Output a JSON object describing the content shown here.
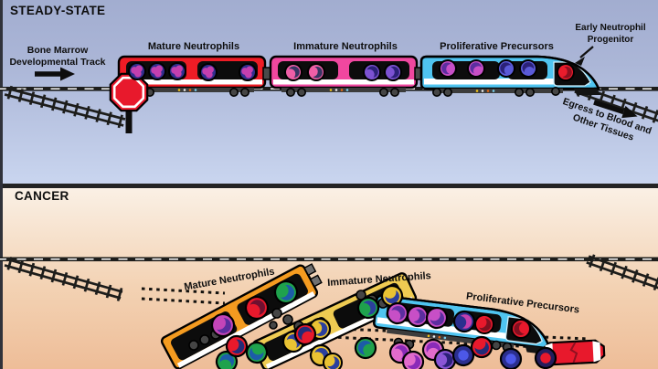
{
  "steady": {
    "title": "STEADY-STATE",
    "track_label_1": "Bone Marrow",
    "track_label_2": "Developmental Track",
    "mature": "Mature Neutrophils",
    "immature": "Immature Neutrophils",
    "proliferative": "Proliferative Precursors",
    "progenitor_1": "Early Neutrophil",
    "progenitor_2": "Progenitor",
    "egress_1": "Egress to Blood and",
    "egress_2": "Other Tissues"
  },
  "cancer": {
    "title": "CANCER",
    "mature": "Mature Neutrophils",
    "immature": "Immature Neutrophils",
    "proliferative": "Proliferative Precursors"
  },
  "colors": {
    "panel_top_from": "#A2ADD0",
    "panel_top_to": "#C9D5EF",
    "panel_bottom_from": "#FAF0E5",
    "panel_bottom_to": "#EEBD98",
    "car_red": "#EE1C25",
    "car_pink": "#F0479F",
    "car_blue": "#4FC4F0",
    "car_orange": "#F49B20",
    "car_yellow": "#EFCB52",
    "sign_red": "#E8192C",
    "track": "#1d1d1b"
  },
  "gfx": {
    "ladders": [
      [
        6,
        100,
        136,
        134
      ],
      [
        630,
        97,
        722,
        129
      ],
      [
        6,
        287,
        133,
        323
      ],
      [
        643,
        284,
        722,
        312
      ]
    ],
    "skids": [
      [
        155,
        316,
        246,
        321
      ],
      [
        155,
        327,
        246,
        332
      ],
      [
        370,
        360,
        645,
        371
      ],
      [
        362,
        369,
        610,
        381
      ]
    ],
    "wheels": [
      [
        152,
        101,
        4.2
      ],
      [
        164,
        101,
        4.2
      ],
      [
        256,
        101,
        4.2
      ],
      [
        268,
        101,
        4.2
      ],
      [
        318,
        101,
        4.2
      ],
      [
        330,
        101,
        4.2
      ],
      [
        420,
        101,
        4.2
      ],
      [
        432,
        101,
        4.2
      ],
      [
        478,
        101,
        4.2
      ],
      [
        490,
        101,
        4.2
      ],
      [
        568,
        101,
        4.2
      ],
      [
        580,
        101,
        4.2
      ],
      [
        608,
        100,
        4.2
      ],
      [
        212,
        378,
        5
      ],
      [
        224,
        372,
        5
      ],
      [
        236,
        366,
        5
      ],
      [
        303,
        343,
        5
      ],
      [
        315,
        350,
        5
      ],
      [
        327,
        357,
        5
      ],
      [
        299,
        356,
        4
      ],
      [
        395,
        323,
        5
      ],
      [
        407,
        328,
        5
      ],
      [
        419,
        332,
        5
      ],
      [
        436,
        375,
        4.5
      ],
      [
        448,
        377,
        4.5
      ],
      [
        543,
        378,
        4.5
      ],
      [
        555,
        380,
        4.5
      ]
    ],
    "cells": [
      [
        150,
        78,
        9,
        "m",
        "#322E8F",
        "#C43FAF",
        0
      ],
      [
        172,
        78,
        9,
        "m",
        "#322E8F",
        "#C43FAF",
        0
      ],
      [
        194,
        78,
        9,
        "m",
        "#322E8F",
        "#C43FAF",
        0
      ],
      [
        228,
        79,
        9,
        "m",
        "#322E8F",
        "#C43FAF",
        0
      ],
      [
        271,
        79,
        9,
        "m",
        "#322E8F",
        "#C43FAF",
        0
      ],
      [
        321,
        79,
        9,
        "b",
        "#EF5FA7",
        "#383563",
        160
      ],
      [
        346,
        79,
        9,
        "b",
        "#EF5FA7",
        "#383563",
        200
      ],
      [
        407,
        79,
        9,
        "b",
        "#7C52D2",
        "#2C2178",
        150
      ],
      [
        430,
        79,
        9,
        "b",
        "#7C52D2",
        "#2C2178",
        190
      ],
      [
        490,
        75,
        9,
        "b",
        "#C74FC6",
        "#5C2EA0",
        20
      ],
      [
        521,
        75,
        9,
        "b",
        "#C74FC6",
        "#5C2EA0",
        60
      ],
      [
        554,
        75,
        9,
        "b",
        "#5A5AD8",
        "#2B2178",
        40
      ],
      [
        578,
        75,
        9,
        "b",
        "#5A5AD8",
        "#2B2178",
        80
      ],
      [
        619,
        79,
        9,
        "b",
        "#EA1C2C",
        "#8E1020",
        200
      ],
      [
        244,
        356,
        12,
        "b",
        "#C445B8",
        "#5B2D9E",
        220
      ],
      [
        281,
        337,
        12,
        "b",
        "#E8192C",
        "#6E1030",
        150
      ],
      [
        313,
        320,
        12,
        "b",
        "#1FA24D",
        "#1C5CA8",
        210
      ],
      [
        321,
        374,
        11,
        "b",
        "#E9C233",
        "#2B3F9E",
        140
      ],
      [
        350,
        360,
        11,
        "b",
        "#E9C233",
        "#2B3F9E",
        200
      ],
      [
        429,
        324,
        11,
        "b",
        "#E9C233",
        "#2B3F9E",
        250
      ],
      [
        403,
        337,
        11,
        "b",
        "#1FA24D",
        "#2B3F9E",
        170
      ],
      [
        435,
        343,
        11,
        "b",
        "#C74FC6",
        "#5C2EA0",
        150
      ],
      [
        457,
        346,
        11,
        "b",
        "#C74FC6",
        "#5C2EA0",
        200
      ],
      [
        478,
        348,
        11,
        "b",
        "#C74FC6",
        "#5C2EA0",
        240
      ],
      [
        508,
        352,
        11,
        "b",
        "#2B2F8E",
        "#C43FAF",
        180
      ],
      [
        530,
        355,
        10,
        "b",
        "#E8192C",
        "#801020",
        220
      ],
      [
        570,
        360,
        10,
        "b",
        "#E8192C",
        "#801020",
        0
      ],
      [
        248,
        396,
        11,
        "b",
        "#1FA24D",
        "#1C5CA8",
        120
      ],
      [
        259,
        379,
        11,
        "b",
        "#E8192C",
        "#232B77",
        210
      ],
      [
        281,
        386,
        11,
        "b",
        "#1FA24D",
        "#1C5CA8",
        300
      ],
      [
        334,
        366,
        11,
        "b",
        "#E8192C",
        "#232B77",
        60
      ],
      [
        351,
        389,
        11,
        "b",
        "#E9C233",
        "#2B3F9E",
        150
      ],
      [
        364,
        397,
        10,
        "b",
        "#E9C233",
        "#2B3F9E",
        220
      ],
      [
        400,
        381,
        11,
        "b",
        "#1FA24D",
        "#1C5CA8",
        40
      ],
      [
        438,
        386,
        11,
        "b",
        "#E26BCC",
        "#8A2BB8",
        160
      ],
      [
        452,
        396,
        11,
        "b",
        "#E26BCC",
        "#8A2BB8",
        220
      ],
      [
        474,
        383,
        11,
        "b",
        "#E26BCC",
        "#8A2BB8",
        100
      ],
      [
        487,
        394,
        11,
        "b",
        "#8A55D6",
        "#2B2178",
        190
      ],
      [
        507,
        389,
        11,
        "r",
        "#2B2F8E",
        "#4C58E8",
        0
      ],
      [
        527,
        380,
        11,
        "b",
        "#E8192C",
        "#232B77",
        250
      ],
      [
        559,
        393,
        11,
        "r",
        "#2B2F8E",
        "#4C58E8",
        0
      ],
      [
        597,
        392,
        11,
        "r",
        "#241D5C",
        "#E8192C",
        0
      ]
    ]
  }
}
